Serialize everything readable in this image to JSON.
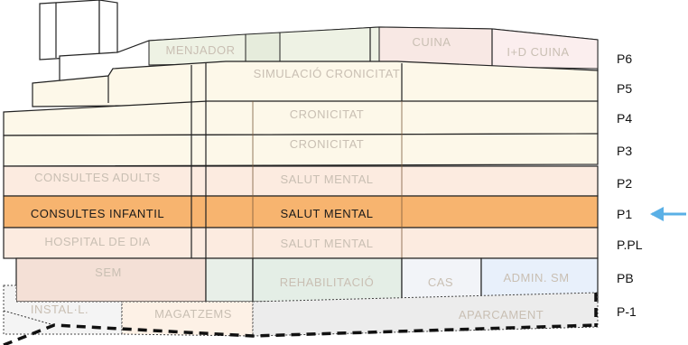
{
  "floors": [
    {
      "level": "P6",
      "spaces": [
        {
          "label": "MENJADOR"
        },
        {
          "label": "CUINA"
        },
        {
          "label": "I+D CUINA"
        }
      ]
    },
    {
      "level": "P5",
      "spaces": [
        {
          "label": "SIMULACIÓ CRONICITAT"
        }
      ]
    },
    {
      "level": "P4",
      "spaces": [
        {
          "label": "CRONICITAT"
        }
      ]
    },
    {
      "level": "P3",
      "spaces": [
        {
          "label": "CRONICITAT"
        }
      ]
    },
    {
      "level": "P2",
      "spaces": [
        {
          "label": "CONSULTES ADULTS"
        },
        {
          "label": "SALUT MENTAL"
        }
      ]
    },
    {
      "level": "P1",
      "highlighted": true,
      "spaces": [
        {
          "label": "CONSULTES INFANTIL"
        },
        {
          "label": "SALUT MENTAL"
        }
      ]
    },
    {
      "level": "P.PL",
      "spaces": [
        {
          "label": "HOSPITAL DE DIA"
        },
        {
          "label": "SALUT MENTAL"
        }
      ]
    },
    {
      "level": "PB",
      "spaces": [
        {
          "label": "SEM"
        },
        {
          "label": "REHABILITACIÓ"
        },
        {
          "label": "CAS"
        },
        {
          "label": "ADMIN. SM"
        }
      ]
    },
    {
      "level": "P-1",
      "spaces": [
        {
          "label": "INSTAL·L."
        },
        {
          "label": "MAGATZEMS"
        },
        {
          "label": "APARCAMENT"
        }
      ]
    }
  ],
  "indicator": {
    "icon": "arrow-left-icon",
    "color": "#5ab0e6",
    "target_level": "P1"
  },
  "colors": {
    "highlight": "#f7b46f",
    "light_band": "#fdf8e9",
    "pink_band": "#fcebe0",
    "label_light": "#c9bfb3",
    "label_dark": "#1a1a1a"
  }
}
